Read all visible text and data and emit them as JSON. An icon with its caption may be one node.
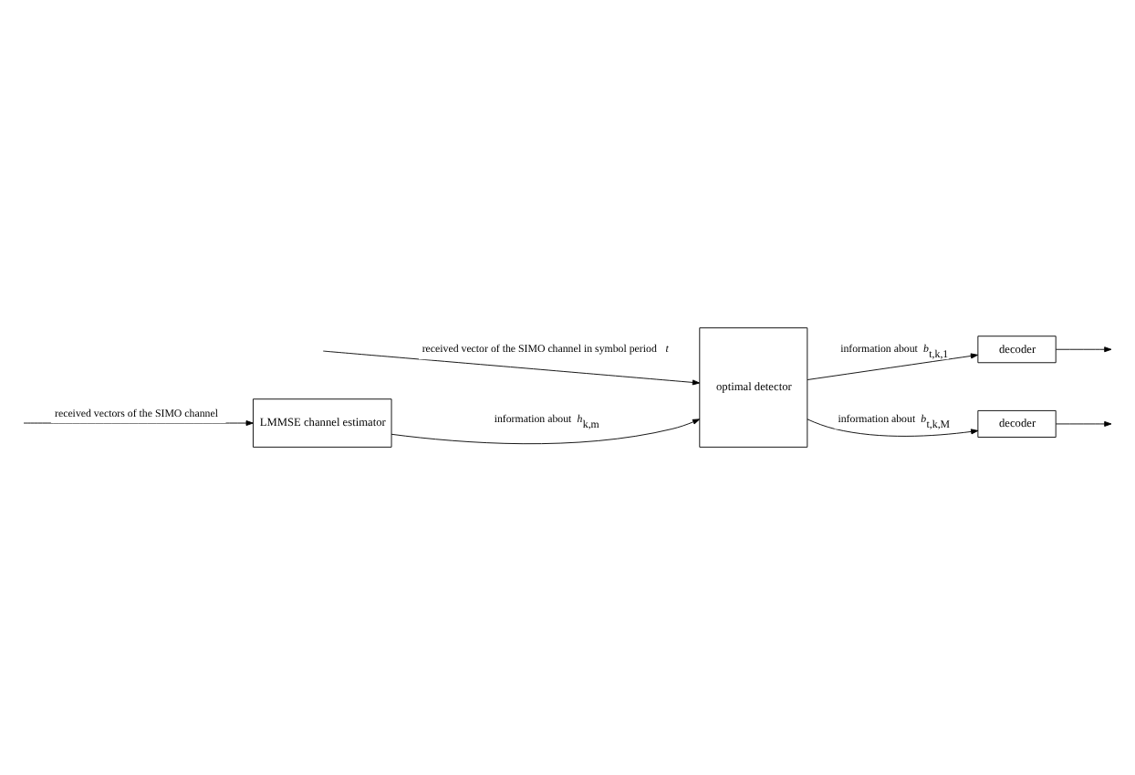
{
  "diagram": {
    "nodes": [
      {
        "text": [
          "LMMSE channel estimator"
        ]
      },
      {
        "text": [
          "optimal detector"
        ]
      },
      {
        "text": [
          "decoder"
        ]
      },
      {
        "text": [
          "decoder"
        ]
      }
    ],
    "edges": [
      {
        "from": null,
        "to": 0,
        "arrow": "to",
        "label": "received vectors of the SIMO channel"
      },
      {
        "from": 0,
        "to": 1,
        "arrow": "to",
        "label": "information about *h*$_{k,m}$"
      },
      {
        "from": 1,
        "to": 2,
        "arrow": "to",
        "label": "information about *b*$_{t,k,1}$"
      },
      {
        "from": 1,
        "to": 3,
        "arrow": "to",
        "label": "information about *b*$_{t,k,M}$"
      },
      {
        "from": 2,
        "to": null,
        "arrow": "to"
      },
      {
        "from": 3,
        "to": null,
        "arrow": "to"
      },
      {
        "from": null,
        "to": 1,
        "arrow": "to",
        "label": "received vector of the SIMO channel in symbol period *t*"
      }
    ]
  }
}
